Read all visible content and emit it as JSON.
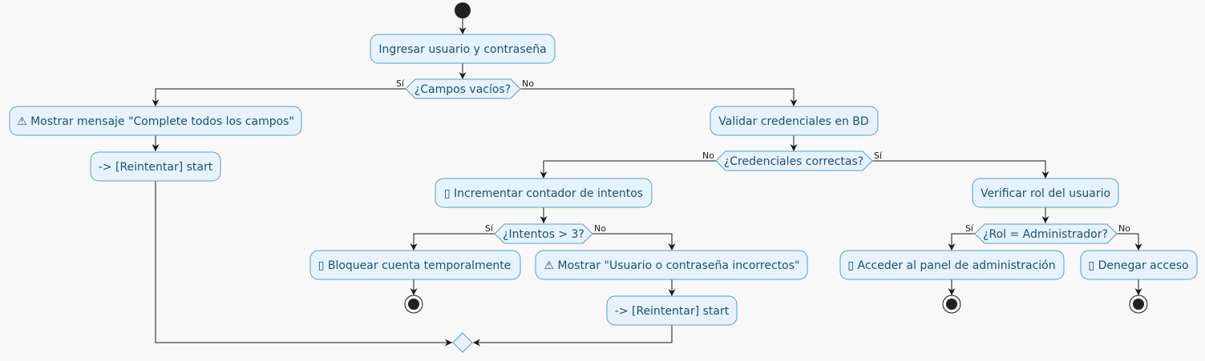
{
  "nodes": {
    "input": "Ingresar usuario y contraseña",
    "empty_decision": "¿Campos vacíos?",
    "show_complete": "⚠ Mostrar mensaje \"Complete todos los campos\"",
    "retry_left": "-> [Reintentar] start",
    "validate": "Validar credenciales en BD",
    "cred_decision": "¿Credenciales correctas?",
    "increment": "▯ Incrementar contador de intentos",
    "attempts_decision": "¿Intentos > 3?",
    "block": "▯ Bloquear cuenta temporalmente",
    "show_incorrect": "⚠ Mostrar \"Usuario o contraseña incorrectos\"",
    "retry_mid": "-> [Reintentar] start",
    "verify_role": "Verificar rol del usuario",
    "role_decision": "¿Rol = Administrador?",
    "admin_panel": "▯ Acceder al panel de administración",
    "deny": "▯ Denegar acceso"
  },
  "branch_labels": {
    "empty_yes": "Sí",
    "empty_no": "No",
    "cred_no": "No",
    "cred_yes": "Sí",
    "attempts_yes": "Sí",
    "attempts_no": "No",
    "role_yes": "Sí",
    "role_no": "No"
  },
  "colors": {
    "node_fill": "#e6f3fc",
    "node_border": "#5a9bd0",
    "node_text": "#1f4e79",
    "edge": "#1a1a1a",
    "background": "#f8f8f8"
  }
}
